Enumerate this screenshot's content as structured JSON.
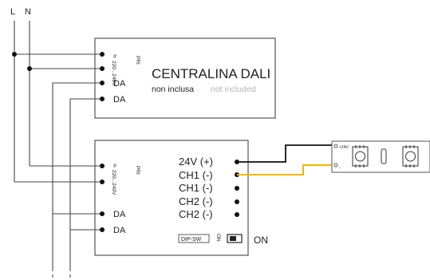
{
  "lines": {
    "l_label": "L",
    "n_label": "N"
  },
  "controller": {
    "title": "CENTRALINA DALI",
    "subtitle_it": "non inclusa",
    "subtitle_en": "not included",
    "voltage_text": "220...240V",
    "symbol": "≈",
    "pri_label": "PRI",
    "da_labels": [
      "DA",
      "DA"
    ]
  },
  "driver": {
    "voltage_text": "220...240V",
    "symbol": "≈",
    "pri_label": "PRI",
    "da_labels": [
      "DA",
      "DA"
    ],
    "outputs": [
      "24V (+)",
      "CH1 (-)",
      "CH1 (-)",
      "CH2 (-)",
      "CH2 (-)"
    ],
    "dip_label": "DIP-SW",
    "dip_on_small": "ON",
    "on_label": "ON"
  },
  "strip": {
    "voltage_label": "+24V",
    "minus_label": "-"
  },
  "colors": {
    "wire": "#444444",
    "wire_positive": "#111111",
    "wire_ch1": "#f0b800",
    "strip_outline": "#555555",
    "muted_text": "#b3b3b3"
  }
}
